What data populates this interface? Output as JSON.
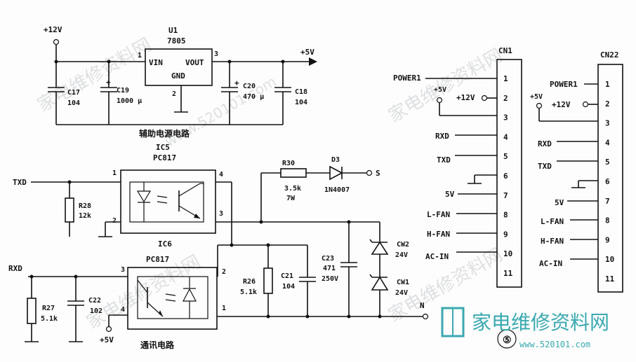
{
  "aux_supply": {
    "title": "辅助电源电路",
    "vin": "+12V",
    "vout": "+5V",
    "regulator": {
      "ref": "U1",
      "part": "7805",
      "vin": "VIN",
      "vout": "VOUT",
      "gnd": "GND",
      "pin1": "1",
      "pin2": "2",
      "pin3": "3"
    },
    "c17": {
      "ref": "C17",
      "value": "104"
    },
    "c19": {
      "ref": "C19",
      "value": "1000 μ"
    },
    "c20": {
      "ref": "C20",
      "value": "470 μ"
    },
    "c18": {
      "ref": "C18",
      "value": "104"
    }
  },
  "comm": {
    "title": "通讯电路",
    "txd": "TXD",
    "rxd": "RXD",
    "ic5": {
      "ref": "IC5",
      "part": "PC817",
      "p1": "1",
      "p2": "2",
      "p3": "3",
      "p4": "4"
    },
    "ic6": {
      "ref": "IC6",
      "part": "PC817",
      "p1": "1",
      "p2": "2",
      "p3": "3",
      "p4": "4"
    },
    "r28": {
      "ref": "R28",
      "value": "12k"
    },
    "r30": {
      "ref": "R30",
      "value": "3.5k",
      "power": "7W"
    },
    "d3": {
      "ref": "D3",
      "part": "1N4007"
    },
    "s": "S",
    "r26": {
      "ref": "R26",
      "value": "5.1k"
    },
    "c21": {
      "ref": "C21",
      "value": "104"
    },
    "c23": {
      "ref": "C23",
      "value": "471",
      "voltage": "250V"
    },
    "cw2": {
      "ref": "CW2",
      "value": "24V"
    },
    "cw1": {
      "ref": "CW1",
      "value": "24V"
    },
    "r27": {
      "ref": "R27",
      "value": "5.1k"
    },
    "c22": {
      "ref": "C22",
      "value": "102"
    },
    "plus5": "+5V",
    "n": "N"
  },
  "cn1": {
    "title": "CN1",
    "pins": [
      "1",
      "2",
      "3",
      "4",
      "5",
      "6",
      "7",
      "8",
      "9",
      "10",
      "11"
    ],
    "signals": [
      "POWER1",
      "+12V",
      "+5V",
      "RXD",
      "TXD",
      "",
      "5V",
      "L-FAN",
      "H-FAN",
      "AC-IN",
      ""
    ]
  },
  "cn22": {
    "title": "CN22",
    "pins": [
      "1",
      "2",
      "3",
      "4",
      "5",
      "6",
      "7",
      "8",
      "9",
      "10",
      "11"
    ],
    "signals": [
      "POWER1",
      "+12V",
      "+5V",
      "RXD",
      "TXD",
      "",
      "5V",
      "L-FAN",
      "H-FAN",
      "AC-IN",
      ""
    ]
  },
  "figure_number": "⑤",
  "watermark": {
    "text": "家电维修资料网",
    "url": "www.520101.com"
  }
}
